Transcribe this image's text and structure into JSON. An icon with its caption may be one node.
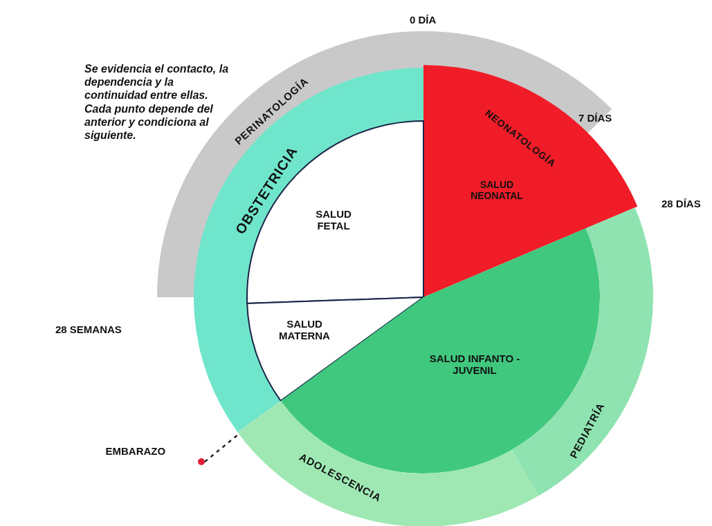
{
  "diagram": {
    "nodes": [
      {
        "text": [
          "PERINATOLOGÍA"
        ]
      },
      {
        "text": [
          "OBSTETRICIA"
        ]
      },
      {
        "text": [
          "NEONATOLOGÍA",
          "SALUD NEONATAL"
        ]
      },
      {
        "text": [
          "SALUD FETAL"
        ]
      },
      {
        "text": [
          "SALUD MATERNA"
        ]
      },
      {
        "text": [
          "SALUD INFANTO - JUVENIL"
        ]
      },
      {
        "text": [
          "PEDIATRÍA"
        ]
      },
      {
        "text": [
          "ADOLESCENCIA"
        ]
      },
      {
        "text": [],
        "shape": "circle",
        "beside": [
          "EMBARAZO"
        ]
      }
    ],
    "edges": [
      {
        "from": 8,
        "to": 7,
        "arrow": "none",
        "style": "dashed"
      }
    ],
    "labels": [
      "Se evidencia el contacto, la dependencia y la continuidad entre ellas. Cada punto depende del anterior y condiciona al siguiente.",
      "0 DÍA",
      "7 DÍAS",
      "28 DÍAS",
      "28 SEMANAS"
    ]
  }
}
